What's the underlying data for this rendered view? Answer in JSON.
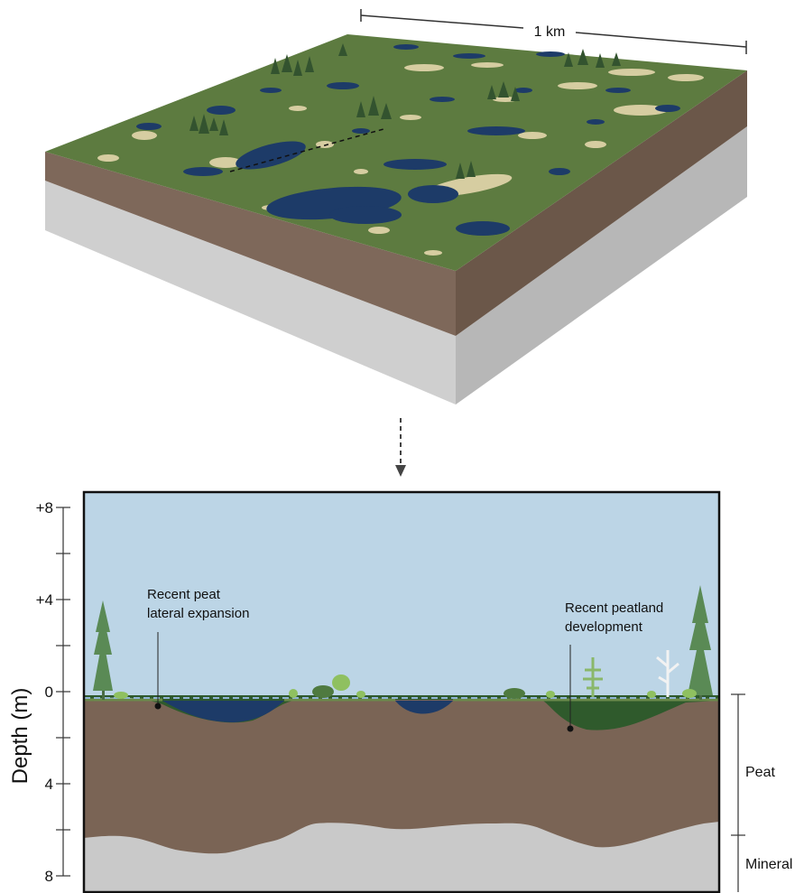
{
  "scale_bar": {
    "label": "1 km"
  },
  "cross_section": {
    "axis": {
      "label": "Depth (m)",
      "ticks": [
        "+8",
        "+4",
        "0",
        "4",
        "8"
      ]
    },
    "annotations": {
      "lateral_expansion_line1": "Recent peat",
      "lateral_expansion_line2": "lateral expansion",
      "peatland_development_line1": "Recent peatland",
      "peatland_development_line2": "development"
    },
    "layers": {
      "peat": "Peat",
      "mineral": "Mineral"
    }
  },
  "colors": {
    "sky": "#bcd5e6",
    "peat": "#7a6455",
    "mineral": "#c9c9c9",
    "vegetation": "#5c7a3e",
    "water": "#1d3b68",
    "moss": "#2f5a2c",
    "lichen": "#d9cfa4",
    "tree": "#3d6b3d"
  },
  "icons": [
    "conifer-tree-icon",
    "shrub-icon",
    "dead-tree-icon",
    "arrow-down-icon"
  ]
}
